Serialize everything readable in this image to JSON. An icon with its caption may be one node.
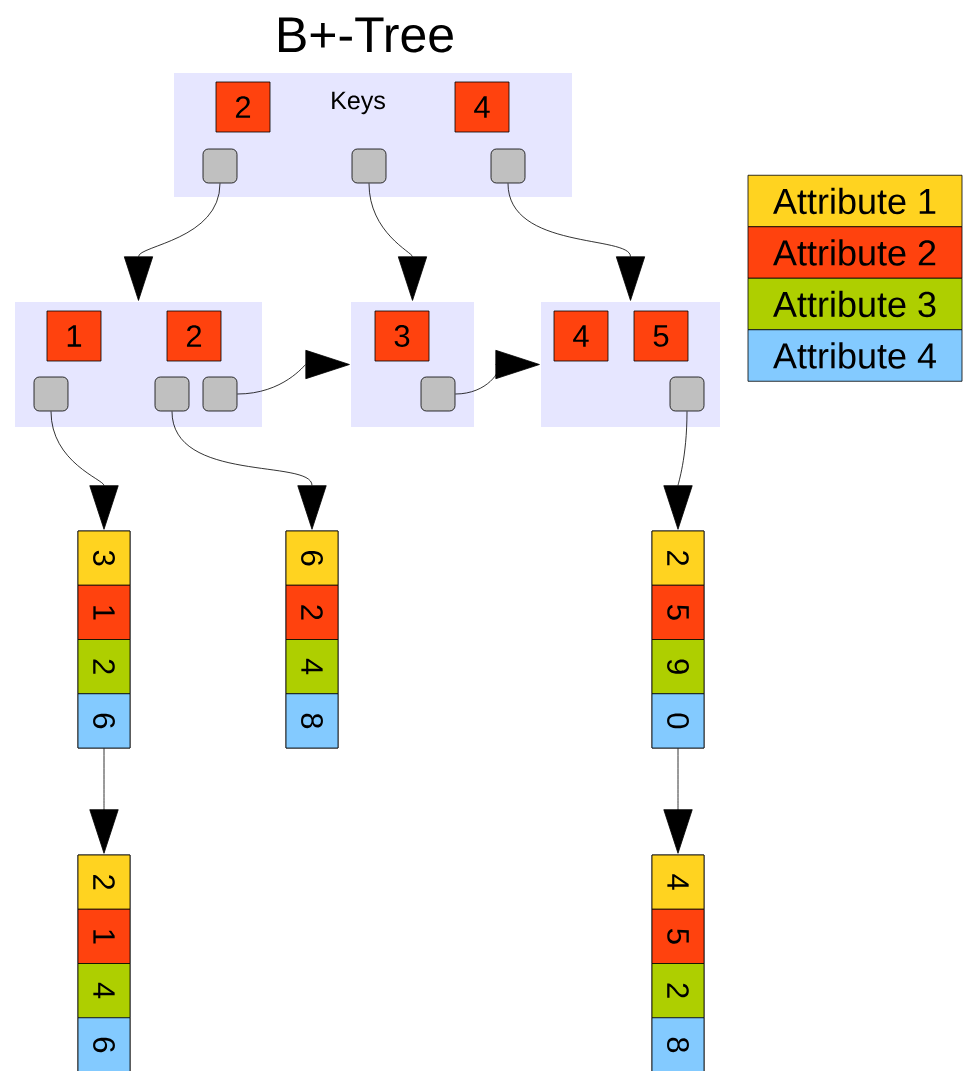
{
  "diagram": {
    "title": "B+-Tree",
    "nodes": [
      {
        "text": [
          "Keys"
        ]
      },
      {
        "text": [
          "2"
        ],
        "in": 0
      },
      {
        "text": [
          "4"
        ],
        "in": 0
      },
      {
        "text": [],
        "shape": "box",
        "in": 0
      },
      {
        "text": [],
        "shape": "box",
        "in": 0
      },
      {
        "text": [],
        "shape": "box",
        "in": 0
      },
      {
        "text": [],
        "shape": "box"
      },
      {
        "text": [
          "1"
        ],
        "in": 6
      },
      {
        "text": [
          "2"
        ],
        "in": 6
      },
      {
        "text": [],
        "shape": "box",
        "in": 6
      },
      {
        "text": [],
        "shape": "box",
        "in": 6
      },
      {
        "text": [],
        "shape": "box",
        "in": 6
      },
      {
        "text": [],
        "shape": "box"
      },
      {
        "text": [
          "3"
        ],
        "in": 12
      },
      {
        "text": [],
        "shape": "box",
        "in": 12
      },
      {
        "text": [],
        "shape": "box"
      },
      {
        "text": [
          "4"
        ],
        "in": 15
      },
      {
        "text": [
          "5"
        ],
        "in": 15
      },
      {
        "text": [],
        "shape": "box",
        "in": 15
      },
      {
        "text": [],
        "shape": "bar"
      },
      {
        "text": [
          "3"
        ],
        "in": 19
      },
      {
        "text": [
          "1"
        ],
        "in": 19
      },
      {
        "text": [
          "2"
        ],
        "in": 19
      },
      {
        "text": [
          "6"
        ],
        "in": 19
      },
      {
        "text": [],
        "shape": "bar"
      },
      {
        "text": [
          "6"
        ],
        "in": 24
      },
      {
        "text": [
          "2"
        ],
        "in": 24
      },
      {
        "text": [
          "4"
        ],
        "in": 24
      },
      {
        "text": [
          "8"
        ],
        "in": 24
      },
      {
        "text": [],
        "shape": "bar"
      },
      {
        "text": [
          "2"
        ],
        "in": 29
      },
      {
        "text": [
          "5"
        ],
        "in": 29
      },
      {
        "text": [
          "9"
        ],
        "in": 29
      },
      {
        "text": [
          "0"
        ],
        "in": 29
      },
      {
        "text": [],
        "shape": "bar"
      },
      {
        "text": [
          "2"
        ],
        "in": 34
      },
      {
        "text": [
          "1"
        ],
        "in": 34
      },
      {
        "text": [
          "4"
        ],
        "in": 34
      },
      {
        "text": [
          "6"
        ],
        "in": 34
      },
      {
        "text": [],
        "shape": "bar"
      },
      {
        "text": [
          "4"
        ],
        "in": 39
      },
      {
        "text": [
          "5"
        ],
        "in": 39
      },
      {
        "text": [
          "2"
        ],
        "in": 39
      },
      {
        "text": [
          "8"
        ],
        "in": 39
      }
    ],
    "edges": [
      {
        "from": 3,
        "to": 6,
        "arrow": "to"
      },
      {
        "from": 4,
        "to": 12,
        "arrow": "to"
      },
      {
        "from": 5,
        "to": 15,
        "arrow": "to"
      },
      {
        "from": 11,
        "to": 12,
        "arrow": "to"
      },
      {
        "from": 14,
        "to": 15,
        "arrow": "to"
      },
      {
        "from": 9,
        "to": 19,
        "arrow": "to"
      },
      {
        "from": 10,
        "to": 24,
        "arrow": "to"
      },
      {
        "from": 18,
        "to": 29,
        "arrow": "to"
      },
      {
        "from": 19,
        "to": 34,
        "arrow": "to"
      },
      {
        "from": 29,
        "to": 39,
        "arrow": "to"
      }
    ],
    "legend": [
      {
        "text": "Attribute 1",
        "color": "#ffd320"
      },
      {
        "text": "Attribute 2",
        "color": "#ff420e"
      },
      {
        "text": "Attribute 3",
        "color": "#aecf00"
      },
      {
        "text": "Attribute 4",
        "color": "#83caff"
      }
    ]
  }
}
